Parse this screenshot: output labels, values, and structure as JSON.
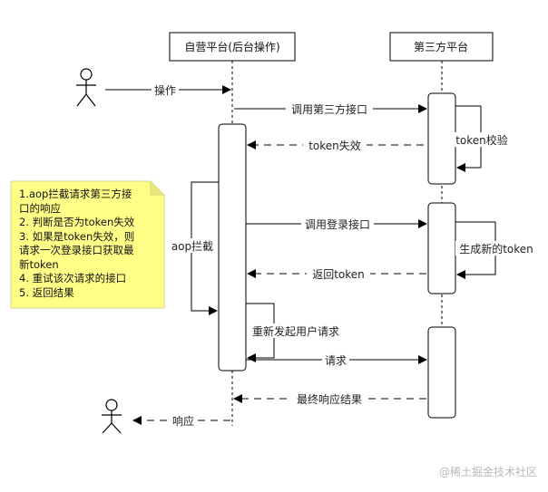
{
  "participants": {
    "left": "自营平台(后台操作)",
    "right": "第三方平台"
  },
  "messages": {
    "operate": "操作",
    "call_third_party": "调用第三方接口",
    "token_check": "token校验",
    "token_invalid": "token失效",
    "call_login": "调用登录接口",
    "generate_token": "生成新的token",
    "return_token": "返回token",
    "aop_intercept": "aop拦截",
    "resend_request": "重新发起用户请求",
    "request": "请求",
    "final_result": "最终响应结果",
    "respond": "响应"
  },
  "note": {
    "lines": [
      "1.aop拦截请求第三方接",
      "口的响应",
      "2. 判断是否为token失效",
      "3. 如果是token失效，则",
      "请求一次登录接口获取最",
      "新token",
      "4. 重试该次请求的接口",
      "5. 返回结果"
    ],
    "fill_color": "#ffff88"
  },
  "watermark": "@稀土掘金技术社区"
}
